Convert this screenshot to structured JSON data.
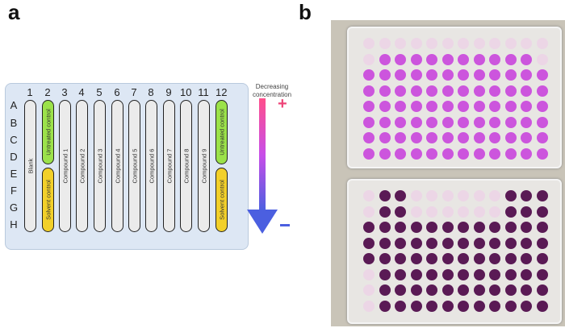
{
  "panels": {
    "a": "a",
    "b": "b"
  },
  "plate": {
    "columns": [
      "1",
      "2",
      "3",
      "4",
      "5",
      "6",
      "7",
      "8",
      "9",
      "10",
      "11",
      "12"
    ],
    "rows": [
      "A",
      "B",
      "C",
      "D",
      "E",
      "F",
      "G",
      "H"
    ],
    "labels": {
      "blank": "Blank",
      "untreated_left": "Untreated control",
      "solvent_left": "Solvent control",
      "compounds": [
        "Compound 1",
        "Compound 2",
        "Compound 3",
        "Compound 4",
        "Compound 5",
        "Compound 6",
        "Compound 7",
        "Compound 8",
        "Compound 9"
      ],
      "untreated_right": "Untreated control",
      "solvent_right": "Solvent control"
    }
  },
  "legend": {
    "concentration_label": "Decreasing concentration",
    "plus_symbol": "+",
    "gradient_top_color": "#ff4f8b",
    "gradient_bottom_color": "#4b5fe0"
  },
  "colors": {
    "untreated": "#9be24a",
    "solvent": "#f2d02a",
    "well_pink": "#cc55dd",
    "well_purple": "#5a1a55",
    "well_light": "#ecd6e6"
  }
}
